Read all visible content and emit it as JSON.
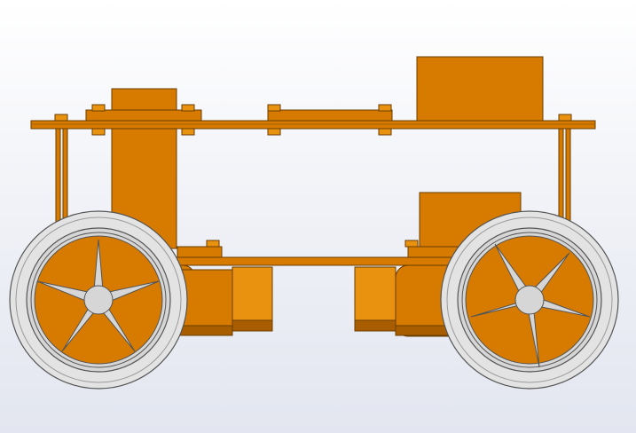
{
  "scene": {
    "subject": "robot-chassis-cad-model",
    "view": "side",
    "colors": {
      "background_top": "#ffffff",
      "background_bottom": "#e3e6f0",
      "body": "#d67a00",
      "body_light": "#e8920f",
      "body_dark": "#a85e00",
      "edge": "#6b3d00",
      "tire": "#e3e3e3",
      "tire_shadow": "#c8c8c8",
      "rim": "#d6d6d6",
      "wheel_edge": "#555555"
    },
    "wheels": [
      {
        "name": "front-wheel",
        "spokes": 5
      },
      {
        "name": "rear-wheel",
        "spokes": 5
      }
    ]
  }
}
